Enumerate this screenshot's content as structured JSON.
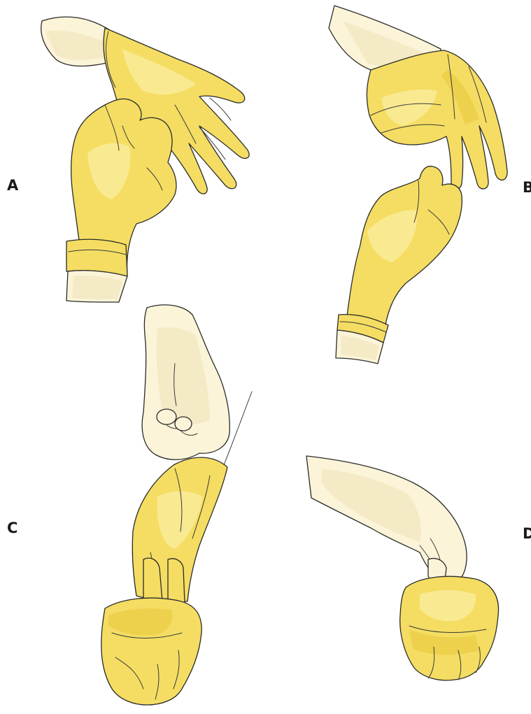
{
  "steps": [
    {
      "label": "A",
      "illustration": "grasp-glove-cuff-outside"
    },
    {
      "label": "B",
      "illustration": "peel-glove-inside-out"
    },
    {
      "label": "C",
      "illustration": "slide-fingers-under-second-cuff"
    },
    {
      "label": "D",
      "illustration": "peel-second-glove-over-first"
    }
  ],
  "colors": {
    "glove": "#f4dd62",
    "glove_highlight": "#fbeea1",
    "skin": "#fbf4d8",
    "outline": "#2b2b2b",
    "background": "#ffffff"
  }
}
